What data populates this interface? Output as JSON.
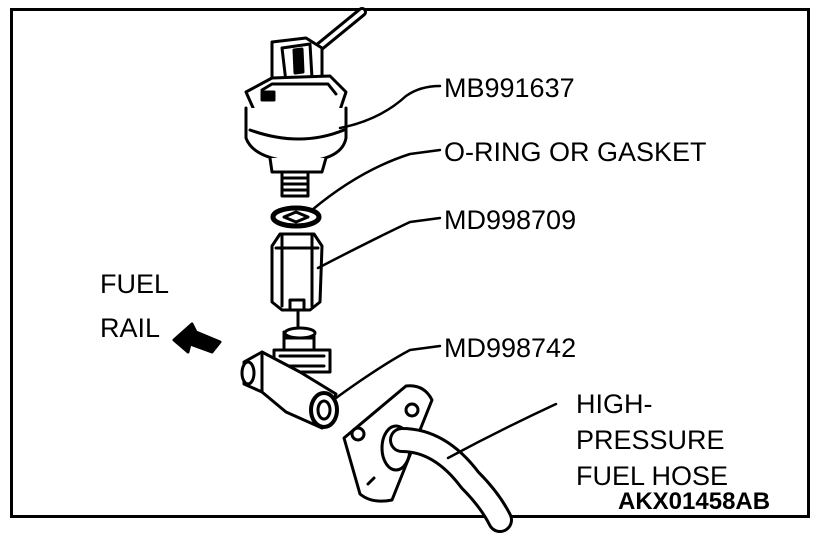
{
  "labels": {
    "tool_1": "MB991637",
    "o_ring": "O-RING OR GASKET",
    "tool_2": "MD998709",
    "tool_3": "MD998742",
    "fuel_rail": [
      "FUEL",
      "RAIL"
    ],
    "hose": [
      "HIGH-",
      "PRESSURE",
      "FUEL HOSE"
    ]
  },
  "figure_code": "AKX01458AB",
  "colors": {
    "ink": "#000000",
    "paper": "#ffffff"
  }
}
